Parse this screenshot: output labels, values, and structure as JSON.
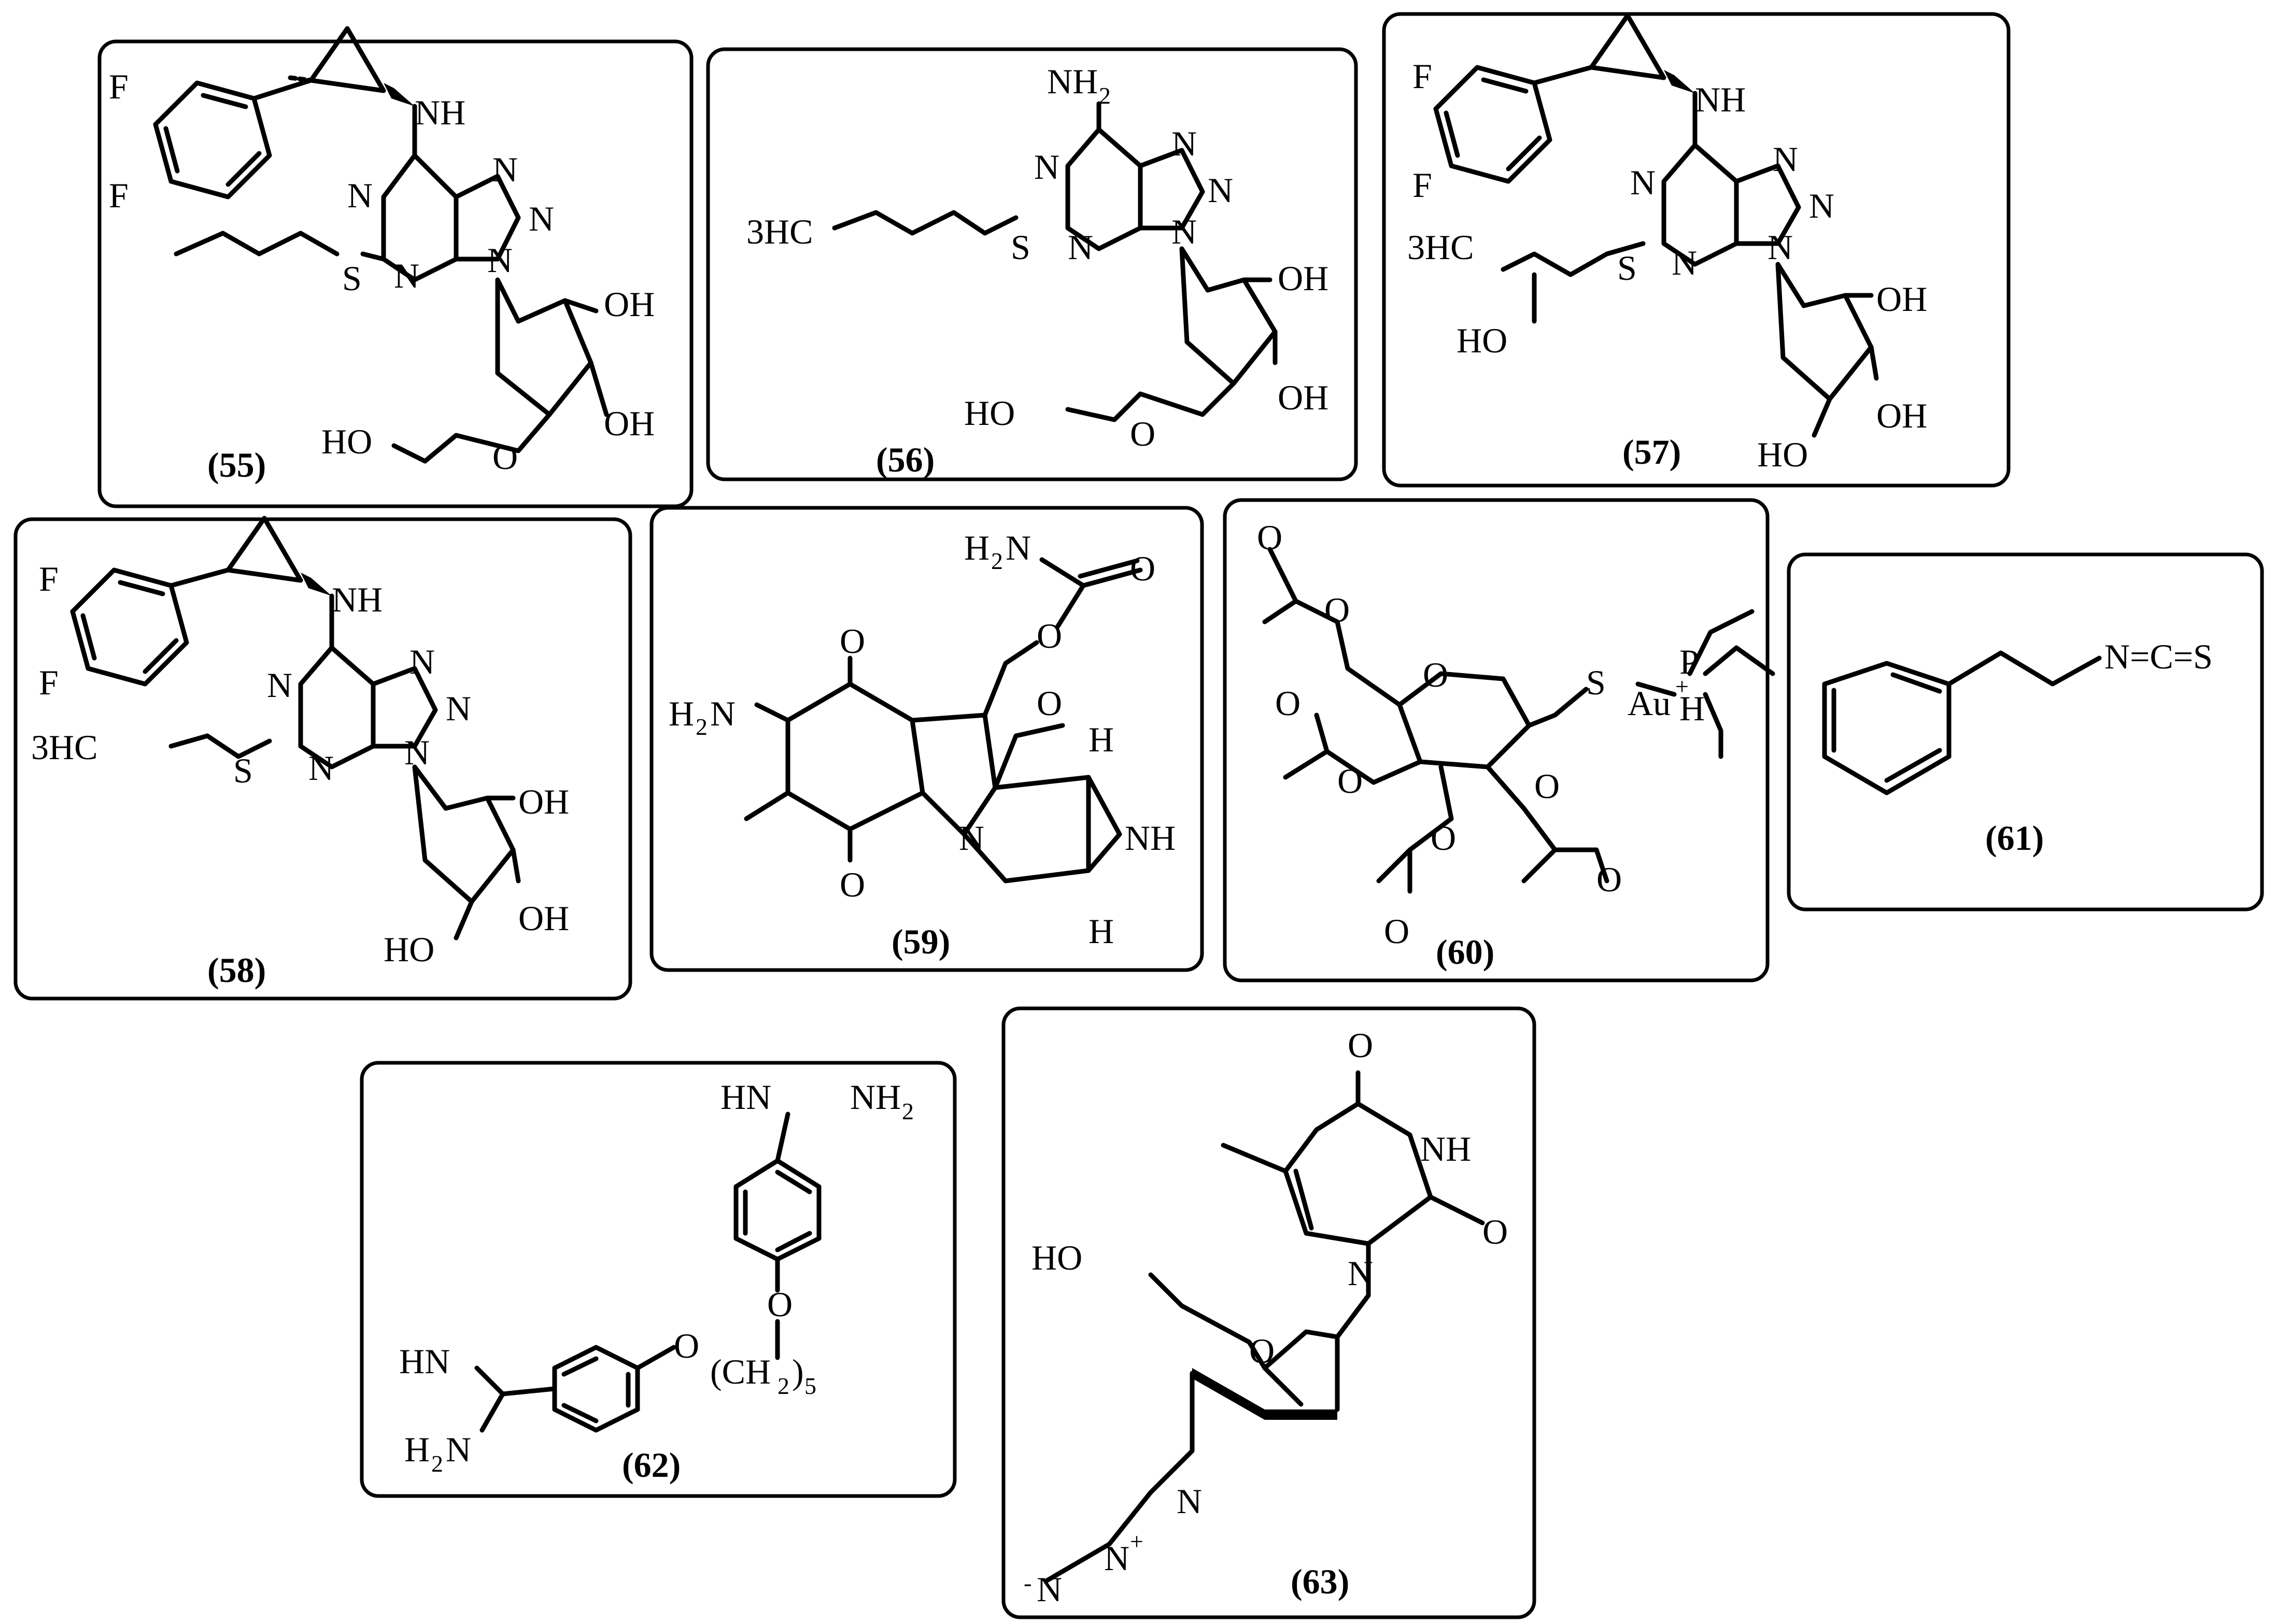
{
  "compounds": {
    "c55": {
      "caption": "(55)",
      "F1": "F",
      "F2": "F",
      "NH": "NH",
      "N1": "N",
      "N2": "N",
      "N3": "N",
      "N4": "N",
      "N5": "N",
      "S": "S",
      "OH1": "OH",
      "OH2": "OH",
      "HO": "HO",
      "O": "O"
    },
    "c56": {
      "caption": "(56)",
      "NH2": "NH",
      "NH2_sub": "2",
      "N1": "N",
      "N2": "N",
      "N3": "N",
      "N4": "N",
      "N5": "N",
      "CH3": "3HC",
      "S": "S",
      "OH1": "OH",
      "OH2": "OH",
      "HO": "HO",
      "O": "O"
    },
    "c57": {
      "caption": "(57)",
      "F1": "F",
      "F2": "F",
      "NH": "NH",
      "N1": "N",
      "N2": "N",
      "N3": "N",
      "N4": "N",
      "N5": "N",
      "CH3": "3HC",
      "HO_chain": "HO",
      "S": "S",
      "OH1": "OH",
      "OH2": "OH",
      "HO": "HO"
    },
    "c58": {
      "caption": "(58)",
      "F1": "F",
      "F2": "F",
      "NH": "NH",
      "N1": "N",
      "N2": "N",
      "N3": "N",
      "N4": "N",
      "N5": "N",
      "CH3": "3HC",
      "S": "S",
      "OH1": "OH",
      "OH2": "OH",
      "HO": "HO"
    },
    "c59": {
      "caption": "(59)",
      "H2N_top": "H",
      "H2N_top_sub": "2",
      "H2N_top_N": "N",
      "O_carb": "O",
      "O_link": "O",
      "O_top": "O",
      "O_bottom": "O",
      "H2N_left": "H",
      "H2N_left_sub": "2",
      "H2N_left_N": "N",
      "O_methoxy": "O",
      "N_ring": "N",
      "NH": "NH",
      "H1": "H",
      "H2": "H"
    },
    "c60": {
      "caption": "(60)",
      "O_ring": "O",
      "O1": "O",
      "O2": "O",
      "O3": "O",
      "O4": "O",
      "O5": "O",
      "O6": "O",
      "O7": "O",
      "O8": "O",
      "S": "S",
      "Au": "Au",
      "P": "P",
      "H": "H",
      "plus": "+"
    },
    "c61": {
      "caption": "(61)",
      "NCS": "N=C=S"
    },
    "c62": {
      "caption": "(62)",
      "HN_top": "HN",
      "NH2_top": "NH",
      "NH2_top_sub": "2",
      "O1": "O",
      "O2": "O",
      "chain": "(CH",
      "chain_sub": "2",
      "chain_close": ")",
      "chain_n": "5",
      "HN_left": "HN",
      "H2N": "H",
      "H2N_sub": "2",
      "H2N_N": "N"
    },
    "c63": {
      "caption": "(63)",
      "O_top": "O",
      "NH": "NH",
      "O_right": "O",
      "N_ring": "N",
      "HO": "HO",
      "O_sugar": "O",
      "N_azide1": "N",
      "N_azide2": "N",
      "N_azide3": "N",
      "plus": "+",
      "minus": "-"
    }
  }
}
